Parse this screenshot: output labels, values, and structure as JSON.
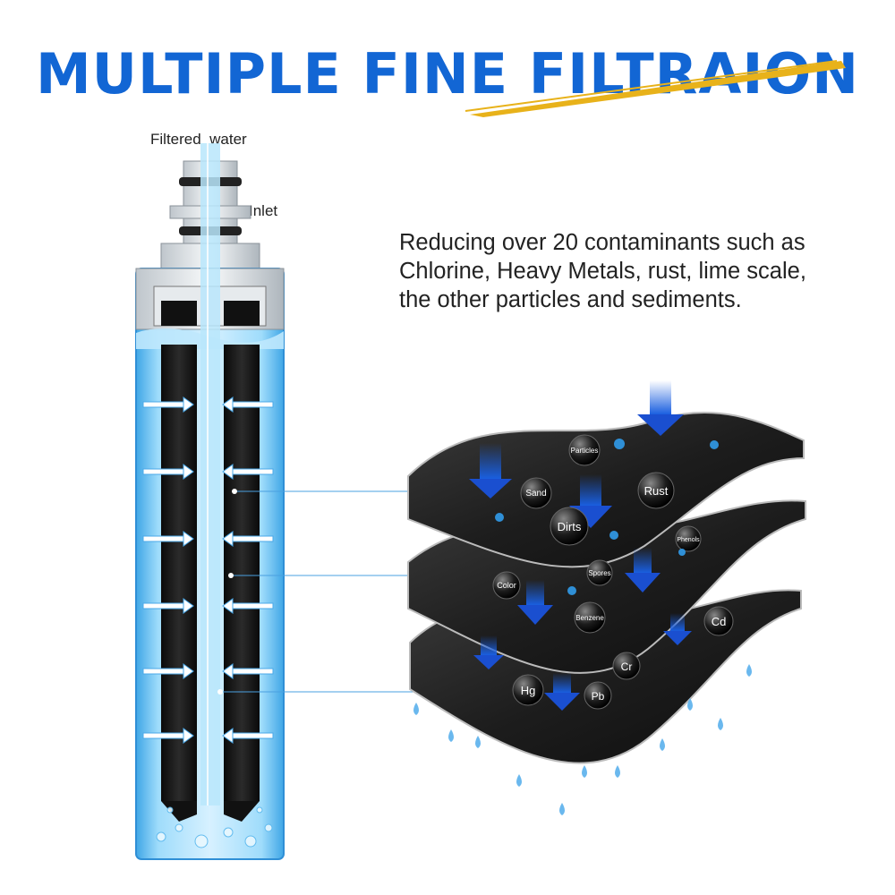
{
  "header": {
    "title": "MULTIPLE FINE FILTRAION"
  },
  "labels": {
    "filtered_water": "Filtered  water",
    "inlet": "Inlet"
  },
  "description": {
    "lines": [
      "Reducing over 20 contaminants such as",
      "Chlorine, Heavy Metals, rust, lime scale,",
      "the other particles and sediments."
    ]
  },
  "layers": {
    "top": {
      "bubbles": [
        "Particles",
        "Sand",
        "Rust",
        "Dirts",
        "Phenols"
      ]
    },
    "middle": {
      "bubbles": [
        "Color",
        "Spores",
        "Benzene",
        "Cd"
      ]
    },
    "bottom": {
      "bubbles": [
        "Cr",
        "Hg",
        "Pb"
      ]
    }
  },
  "colors": {
    "title": "#1266d4",
    "accent_gold": "#e8b21a",
    "water": "#6fc4ef",
    "arrow": "#1a5fe0"
  }
}
